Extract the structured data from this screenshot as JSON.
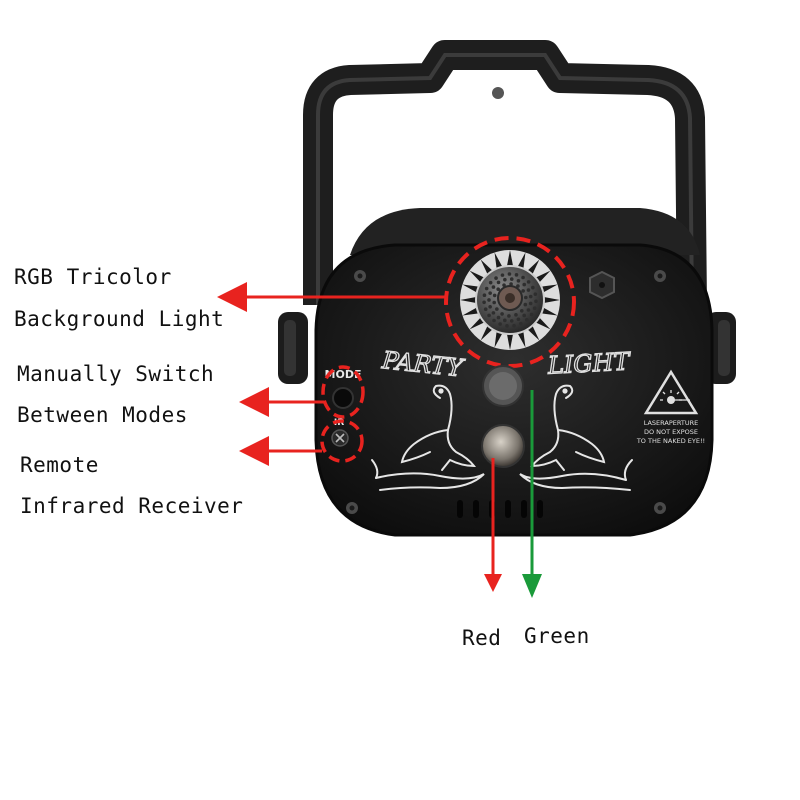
{
  "callouts": {
    "rgb_line1": "RGB Tricolor",
    "rgb_line2": "Background Light",
    "mode_line1": "Manually Switch",
    "mode_line2": "Between Modes",
    "ir_line1": "Remote",
    "ir_line2": "Infrared Receiver",
    "red": "Red",
    "green": "Green"
  },
  "device": {
    "brand_left": "PARTY",
    "brand_right": "LIGHT",
    "mode_button_label": "MODE",
    "ir_label": "IR",
    "warning_line1": "LASERAPERTURE",
    "warning_line2": "DO NOT EXPOSE",
    "warning_line3": "TO THE NAKED EYE!!"
  },
  "colors": {
    "arrow_red": "#e8231f",
    "arrow_green": "#1a9a3a",
    "device_body": "#1b1b1b"
  }
}
